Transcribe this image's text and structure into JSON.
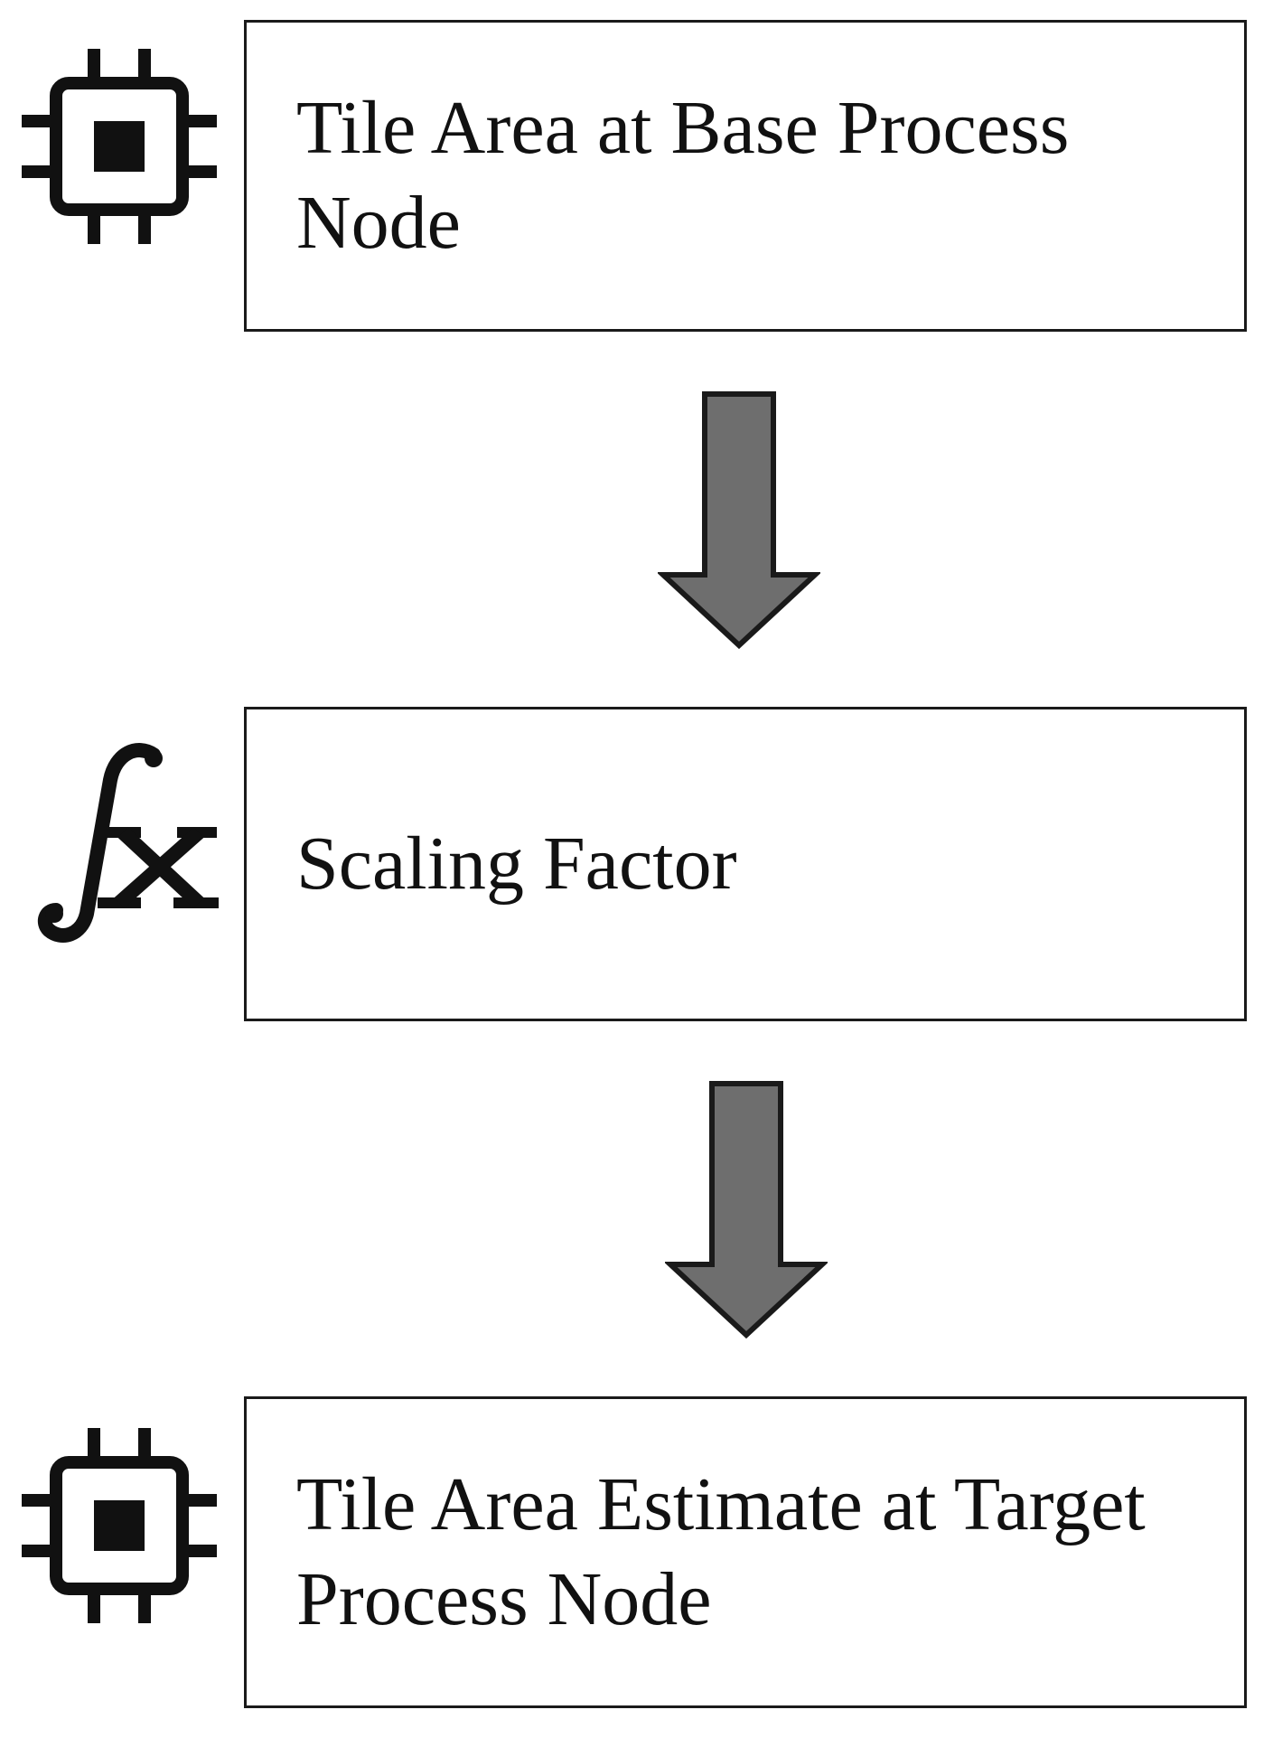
{
  "nodes": [
    {
      "label": "Tile Area at Base Process Node",
      "icon": "chip-icon"
    },
    {
      "label": "Scaling Factor",
      "icon": "function-fx-icon"
    },
    {
      "label": "Tile Area Estimate at Target Process Node",
      "icon": "chip-icon"
    }
  ],
  "icon_glyphs": {
    "fx": "fx"
  },
  "colors": {
    "box_border": "#1a1a1a",
    "arrow_fill": "#6e6e6e",
    "arrow_stroke": "#1a1a1a",
    "text": "#111111"
  }
}
